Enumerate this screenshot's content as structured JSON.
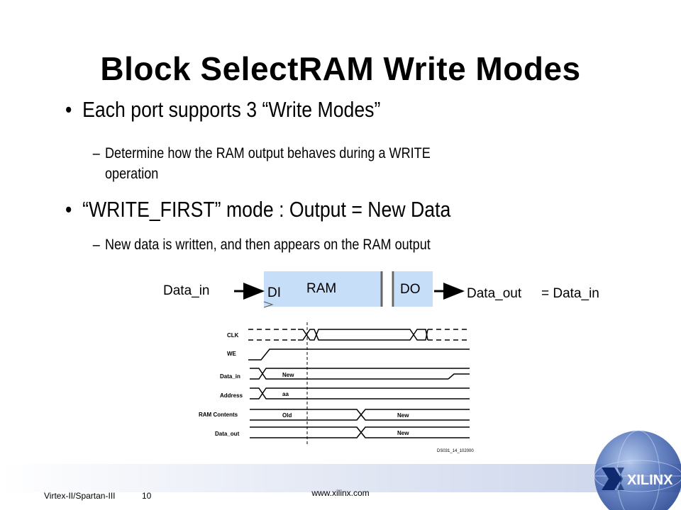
{
  "slide": {
    "title": "Block SelectRAM Write Modes",
    "bullets": [
      {
        "text": "Each port supports 3 “Write Modes”"
      },
      {
        "text": "“WRITE_FIRST” mode : Output = New Data"
      }
    ],
    "sub_bullets": [
      {
        "dash": "–",
        "text": "Determine how the RAM output behaves during a WRITE",
        "text2": "operation"
      },
      {
        "dash": "–",
        "text": "New data is written, and then appears on the RAM output"
      }
    ]
  },
  "block": {
    "data_in": "Data_in",
    "di": "DI",
    "ram": "RAM",
    "do": "DO",
    "data_out": "Data_out",
    "equals": "= Data_in"
  },
  "timing": {
    "signals": [
      "CLK",
      "WE",
      "Data_in",
      "Address",
      "RAM Contents",
      "Data_out"
    ],
    "data_in_value": "New",
    "address_value": "aa",
    "ram_old": "Old",
    "ram_new": "New",
    "out_new": "New",
    "code": "DS031_14_102000"
  },
  "footer": {
    "left": "Virtex-II/Spartan-III",
    "page": "10",
    "url": "www.xilinx.com",
    "logo": "XILINX"
  },
  "colors": {
    "ram_fill": "#c6def7",
    "logo_blue": "#1f3f8f"
  }
}
